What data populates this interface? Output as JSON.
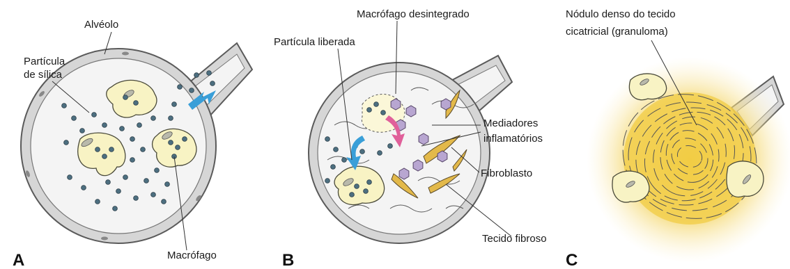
{
  "panels": {
    "a": {
      "letter": "A",
      "labels": {
        "alveolo": "Alvéolo",
        "particula_line1": "Partícula",
        "particula_line2": "de sílica",
        "macrofago": "Macrófago"
      }
    },
    "b": {
      "letter": "B",
      "labels": {
        "macrofago_desintegrado": "Macrófago desintegrado",
        "particula_liberada": "Partícula liberada",
        "mediadores_line1": "Mediadores",
        "mediadores_line2": "inflamatórios",
        "fibroblasto": "Fibroblasto",
        "tecido_fibroso": "Tecido fibroso"
      }
    },
    "c": {
      "letter": "C",
      "labels": {
        "nodulo_line1": "Nódulo denso do tecido",
        "nodulo_line2": "cicatricial (granuloma)"
      }
    }
  },
  "colors": {
    "silica_particle": "#4d6f80",
    "macrophage": "#f8f3c4",
    "airflow_arrow": "#3a9fd8",
    "mediator_arrow": "#e0609a",
    "fibroblast": "#e3b94a",
    "mediator": "#b8a6d1",
    "granuloma_glow": "#f2c93a"
  },
  "icons": {
    "airflow": "arrow-icon",
    "release": "arrow-icon"
  }
}
